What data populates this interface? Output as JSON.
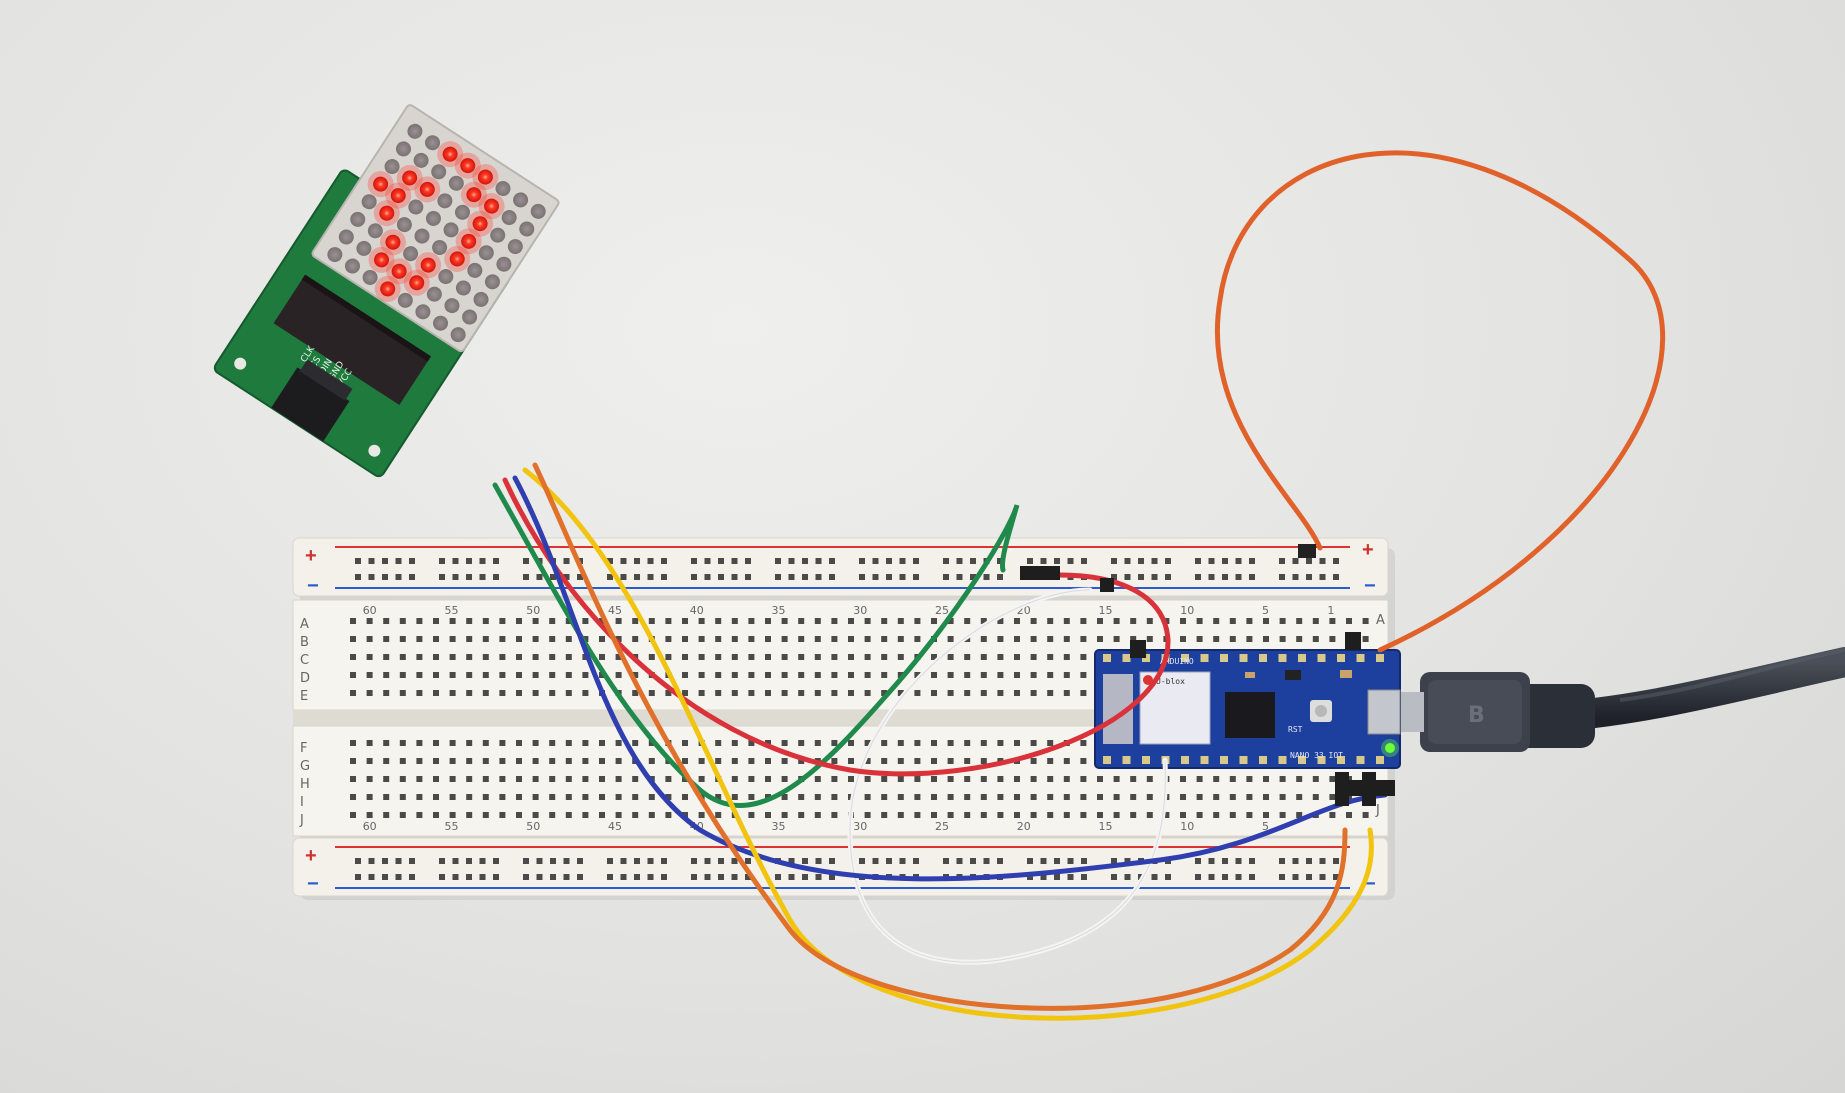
{
  "breadboard": {
    "column_numbers_top": [
      "60",
      "55",
      "50",
      "45",
      "40",
      "35",
      "30",
      "25",
      "20",
      "15",
      "10",
      "5",
      "1"
    ],
    "column_numbers_bottom": [
      "60",
      "55",
      "50",
      "45",
      "40",
      "35",
      "30",
      "25",
      "20",
      "15",
      "10",
      "5"
    ],
    "rows_top": [
      "A",
      "B",
      "C",
      "D",
      "E"
    ],
    "rows_bottom": [
      "F",
      "G",
      "H",
      "I",
      "J"
    ],
    "rail_plus": "+",
    "rail_minus": "−",
    "row_a_label": "A",
    "row_j_label": "J"
  },
  "led_matrix": {
    "rows": 8,
    "cols": 8,
    "lit": [
      [
        0,
        2
      ],
      [
        0,
        3
      ],
      [
        0,
        4
      ],
      [
        1,
        4
      ],
      [
        1,
        5
      ],
      [
        2,
        1
      ],
      [
        2,
        2
      ],
      [
        2,
        5
      ],
      [
        3,
        0
      ],
      [
        3,
        1
      ],
      [
        3,
        5
      ],
      [
        4,
        1
      ],
      [
        4,
        5
      ],
      [
        5,
        2
      ],
      [
        5,
        4
      ],
      [
        6,
        2
      ],
      [
        6,
        3
      ],
      [
        6,
        4
      ],
      [
        7,
        3
      ]
    ],
    "pin_labels": [
      "CLK",
      "CS",
      "DIN",
      "GND",
      "VCC"
    ],
    "led_color": "#ff2a1a",
    "off_color": "#8c8686",
    "pcb_color": "#1f7a3e"
  },
  "microcontroller": {
    "board_label": "NANO 33 IOT",
    "brand": "ARDUINO",
    "module_mark": "U-blox",
    "rst_label": "RST",
    "board_color": "#1d3f9e",
    "power_led_color": "#6bff3a"
  },
  "usb_cable": {
    "connector_mark": "B"
  },
  "wire_colors": {
    "orange": "#e0702a",
    "yellow": "#f1c40f",
    "red": "#d9323a",
    "blue": "#2f3fb0",
    "green": "#1f8a4c",
    "white": "#f4f4f4",
    "loop_orange": "#e0622a"
  }
}
